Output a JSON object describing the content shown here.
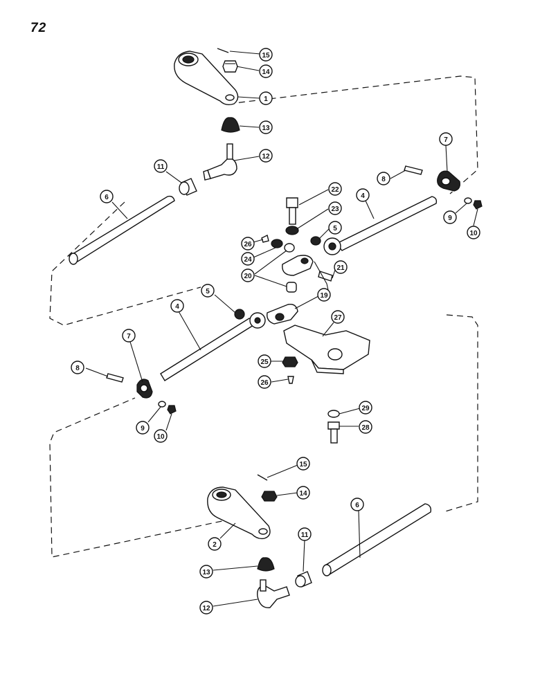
{
  "page_number": "72",
  "callouts": [
    {
      "id": "c15a",
      "label": "15"
    },
    {
      "id": "c14a",
      "label": "14"
    },
    {
      "id": "c1",
      "label": "1"
    },
    {
      "id": "c13a",
      "label": "13"
    },
    {
      "id": "c12a",
      "label": "12"
    },
    {
      "id": "c11a",
      "label": "11"
    },
    {
      "id": "c6a",
      "label": "6"
    },
    {
      "id": "c7a",
      "label": "7"
    },
    {
      "id": "c8a",
      "label": "8"
    },
    {
      "id": "c9a",
      "label": "9"
    },
    {
      "id": "c10a",
      "label": "10"
    },
    {
      "id": "c22",
      "label": "22"
    },
    {
      "id": "c23",
      "label": "23"
    },
    {
      "id": "c4a",
      "label": "4"
    },
    {
      "id": "c5a",
      "label": "5"
    },
    {
      "id": "c26a",
      "label": "26"
    },
    {
      "id": "c24",
      "label": "24"
    },
    {
      "id": "c20",
      "label": "20"
    },
    {
      "id": "c21",
      "label": "21"
    },
    {
      "id": "c19",
      "label": "19"
    },
    {
      "id": "c5b",
      "label": "5"
    },
    {
      "id": "c4b",
      "label": "4"
    },
    {
      "id": "c7b",
      "label": "7"
    },
    {
      "id": "c27",
      "label": "27"
    },
    {
      "id": "c8b",
      "label": "8"
    },
    {
      "id": "c25",
      "label": "25"
    },
    {
      "id": "c26b",
      "label": "26"
    },
    {
      "id": "c9b",
      "label": "9"
    },
    {
      "id": "c10b",
      "label": "10"
    },
    {
      "id": "c29",
      "label": "29"
    },
    {
      "id": "c28",
      "label": "28"
    },
    {
      "id": "c15b",
      "label": "15"
    },
    {
      "id": "c14b",
      "label": "14"
    },
    {
      "id": "c6b",
      "label": "6"
    },
    {
      "id": "c2",
      "label": "2"
    },
    {
      "id": "c11b",
      "label": "11"
    },
    {
      "id": "c13b",
      "label": "13"
    },
    {
      "id": "c12b",
      "label": "12"
    }
  ]
}
